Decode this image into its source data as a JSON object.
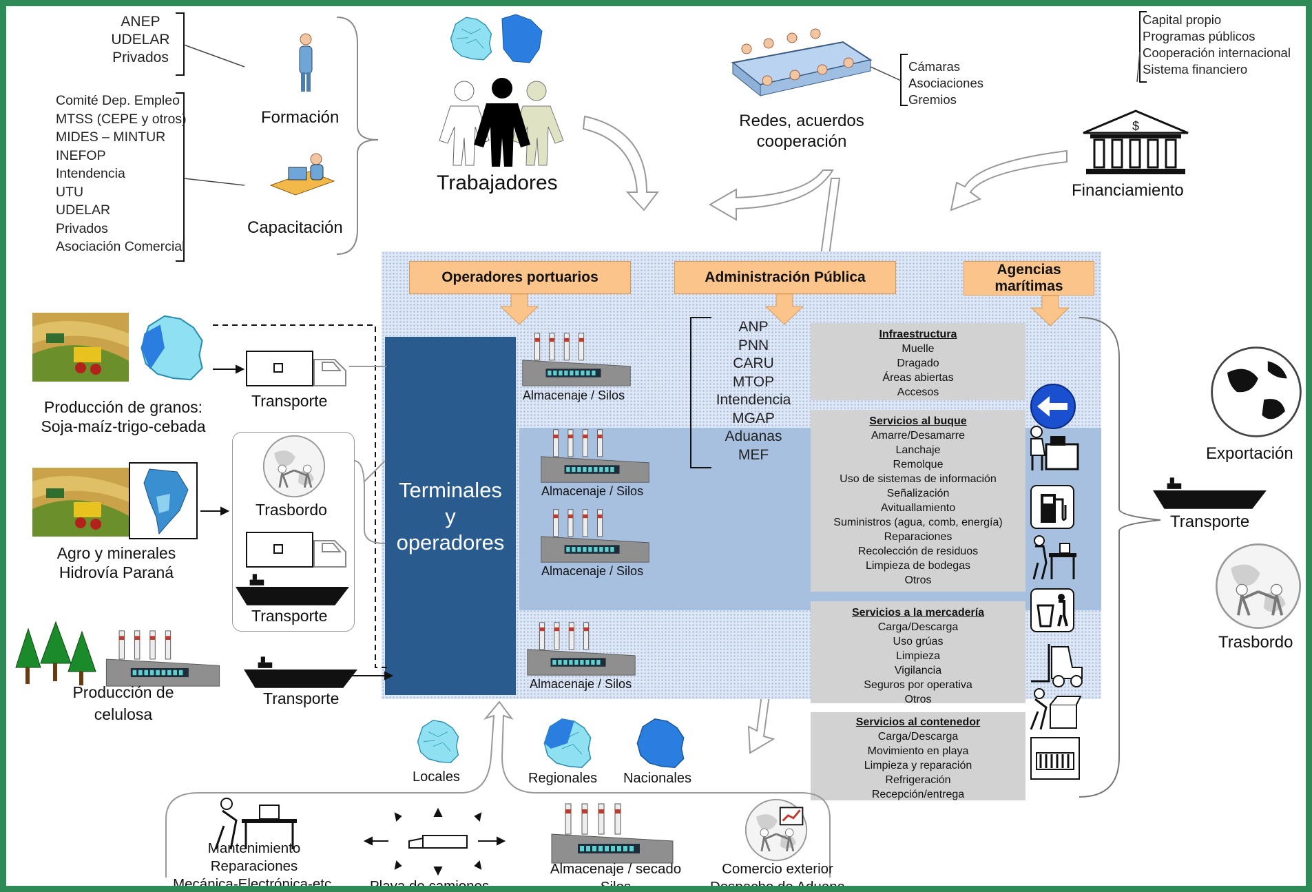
{
  "formacion": {
    "providers": [
      "ANEP",
      "UDELAR",
      "Privados"
    ],
    "label": "Formación"
  },
  "capacitacion": {
    "providers": [
      "Comité Dep. Empleo",
      "MTSS (CEPE y otros)",
      "MIDES – MINTUR",
      "INEFOP",
      "Intendencia",
      "UTU",
      "UDELAR",
      "Privados",
      "Asociación Comercial"
    ],
    "label": "Capacitación"
  },
  "trabajadores": {
    "label": "Trabajadores"
  },
  "redes": {
    "label_line1": "Redes, acuerdos",
    "label_line2": "cooperación",
    "members": [
      "Cámaras",
      "Asociaciones",
      "Gremios"
    ]
  },
  "financiamiento": {
    "label": "Financiamiento",
    "sources": [
      "Capital propio",
      "Programas públicos",
      "Cooperación internacional",
      "Sistema financiero"
    ],
    "bank_symbol": "$"
  },
  "headers": {
    "operadores": "Operadores portuarios",
    "admin": "Administración Pública",
    "agencias_line1": "Agencias",
    "agencias_line2": "marítimas"
  },
  "admin_list": [
    "ANP",
    "PNN",
    "CARU",
    "MTOP",
    "Intendencia",
    "MGAP",
    "Aduanas",
    "MEF"
  ],
  "terminales": {
    "line1": "Terminales",
    "line2": "y",
    "line3": "operadores"
  },
  "silos_label": "Almacenaje / Silos",
  "infraestructura": {
    "title": "Infraestructura",
    "items": [
      "Muelle",
      "Dragado",
      "Áreas abiertas",
      "Accesos"
    ]
  },
  "servicios_buque": {
    "title": "Servicios al buque",
    "items": [
      "Amarre/Desamarre",
      "Lanchaje",
      "Remolque",
      "Uso de sistemas de información",
      "Señalización",
      "Avituallamiento",
      "Suministros (agua, comb, energía)",
      "Reparaciones",
      "Recolección de residuos",
      "Limpieza de bodegas",
      "Otros"
    ]
  },
  "servicios_mercaderia": {
    "title": "Servicios a la mercadería",
    "items": [
      "Carga/Descarga",
      "Uso grúas",
      "Limpieza",
      "Vigilancia",
      "Seguros por operativa",
      "Otros"
    ]
  },
  "servicios_contenedor": {
    "title": "Servicios al contenedor",
    "items": [
      "Carga/Descarga",
      "Movimiento en playa",
      "Limpieza y reparación",
      "Refrigeración",
      "Recepción/entrega"
    ]
  },
  "left": {
    "granos_line1": "Producción de granos:",
    "granos_line2": "Soja-maíz-trigo-cebada",
    "transporte": "Transporte",
    "trasbordo": "Trasbordo",
    "agro_line1": "Agro y minerales",
    "agro_line2": "Hidrovía Paraná",
    "celulosa_line1": "Producción de",
    "celulosa_line2": "celulosa"
  },
  "right": {
    "exportacion": "Exportación",
    "transporte": "Transporte",
    "trasbordo": "Trasbordo"
  },
  "bottom": {
    "locales": "Locales",
    "regionales": "Regionales",
    "nacionales": "Nacionales",
    "mantenimiento": [
      "Mantenimiento",
      "Reparaciones",
      "Mecánica-Electrónica-etc."
    ],
    "playa": "Playa de camiones",
    "almacenaje": [
      "Almacenaje / secado",
      "Silos"
    ],
    "comercio": [
      "Comercio exterior",
      "Despacho de Aduana"
    ]
  },
  "colors": {
    "border": "#2e8b57",
    "terminal": "#2a5b8f",
    "header": "#fbc48a",
    "panel": "#d2d2d2",
    "band": "#a8c0e0"
  }
}
